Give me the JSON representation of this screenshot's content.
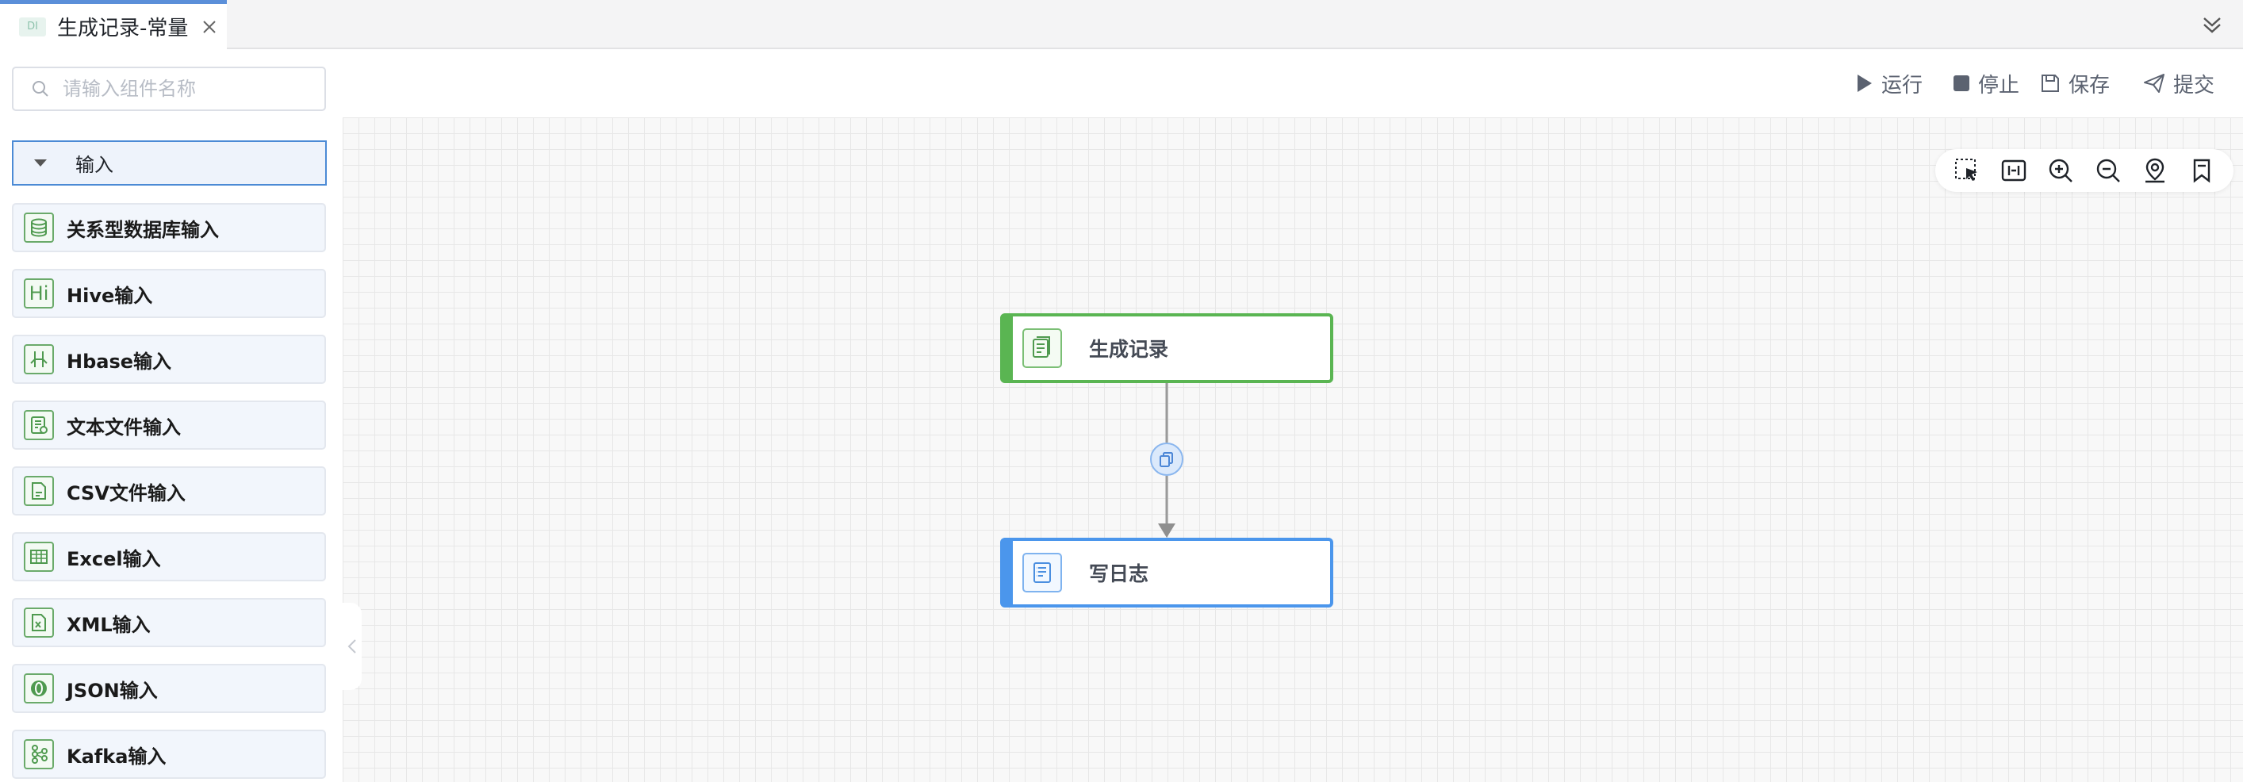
{
  "tab": {
    "badge": "DI",
    "title": "生成记录-常量"
  },
  "search": {
    "placeholder": "请输入组件名称",
    "value": ""
  },
  "palette": {
    "group_label": "输入",
    "items": [
      {
        "label": "关系型数据库输入",
        "icon": "database-icon"
      },
      {
        "label": "Hive输入",
        "icon": "hive-icon",
        "glyph": "Hi"
      },
      {
        "label": "Hbase输入",
        "icon": "hbase-icon"
      },
      {
        "label": "文本文件输入",
        "icon": "text-file-icon"
      },
      {
        "label": "CSV文件输入",
        "icon": "csv-file-icon"
      },
      {
        "label": "Excel输入",
        "icon": "excel-table-icon"
      },
      {
        "label": "XML输入",
        "icon": "xml-file-icon"
      },
      {
        "label": "JSON输入",
        "icon": "json-icon"
      },
      {
        "label": "Kafka输入",
        "icon": "kafka-icon"
      }
    ]
  },
  "toolbar": {
    "run_label": "运行",
    "stop_label": "停止",
    "save_label": "保存",
    "submit_label": "提交"
  },
  "canvas_tools": [
    "box-select-icon",
    "fit-view-icon",
    "zoom-in-icon",
    "zoom-out-icon",
    "locate-icon",
    "bookmark-icon"
  ],
  "flow": {
    "nodes": [
      {
        "label": "生成记录",
        "color": "#5ab552"
      },
      {
        "label": "写日志",
        "color": "#4b96ec"
      }
    ]
  },
  "colors": {
    "accent": "#4b8ad5",
    "node_green": "#5ab552",
    "node_blue": "#4b96ec"
  }
}
